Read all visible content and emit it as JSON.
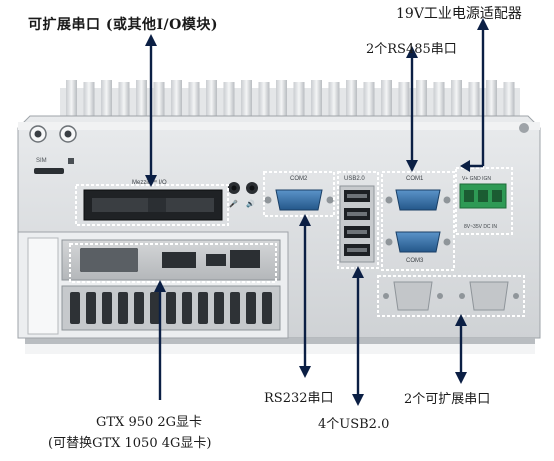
{
  "labels": {
    "expansion_top": "可扩展串口 (或其他I/O模块)",
    "power_adapter": "19V工业电源适配器",
    "rs485": "2个RS485串口",
    "rs232": "RS232串口",
    "usb": "4个USB2.0",
    "expansion_right": "2个可扩展串口",
    "gpu_line1": "GTX 950 2G显卡",
    "gpu_line2": "(可替换GTX 1050 4G显卡)"
  },
  "panel_text": {
    "sim": "SIM",
    "mezzio": "Mezzio™ I/O",
    "com2": "COM2",
    "usb": "USB2.0",
    "com1": "COM1",
    "com3": "COM3",
    "power_pins": "V+ GND IGN",
    "power_range": "8V~35V DC IN"
  },
  "colors": {
    "arrow": "#0b1f44",
    "highlight": "#ffffff",
    "chassis": "#d9dcdf",
    "serial_port": "#2f6ea8",
    "terminal": "#2e9a55"
  }
}
